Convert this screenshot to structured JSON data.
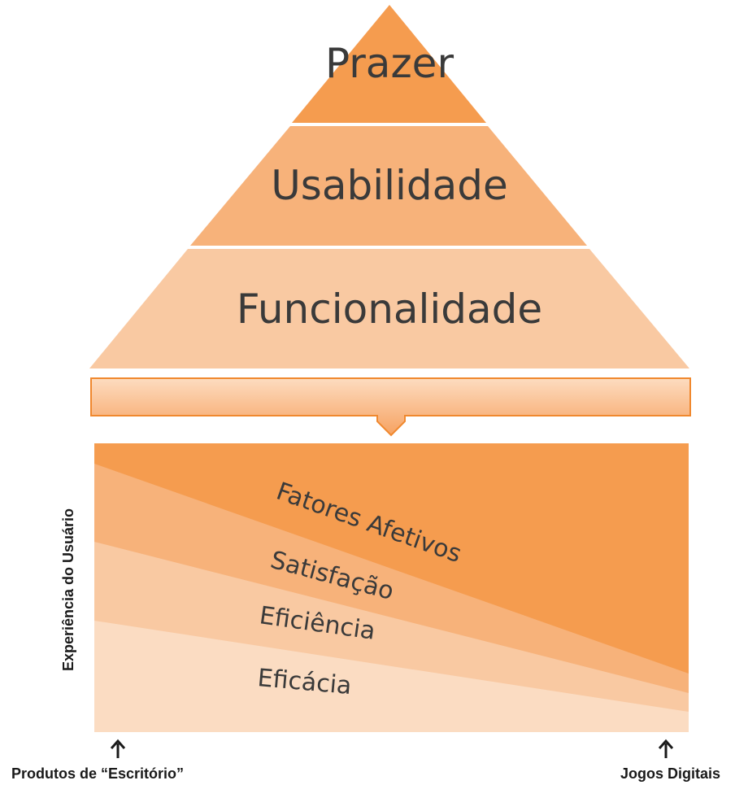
{
  "pyramid": {
    "levels": [
      {
        "label": "Prazer",
        "color": "#F59C4F"
      },
      {
        "label": "Usabilidade",
        "color": "#F7B27A"
      },
      {
        "label": "Funcionalidade",
        "color": "#F9C9A2"
      }
    ]
  },
  "arrow": {
    "fill_top": "#FDDCC0",
    "fill_bottom": "#F6A261",
    "stroke": "#F0882E"
  },
  "experience": {
    "y_label": "Experiência do Usuário",
    "bands": [
      {
        "label": "Fatores Afetivos",
        "color": "#F59C4F"
      },
      {
        "label": "Satisfação",
        "color": "#F7B27A"
      },
      {
        "label": "Eficiência",
        "color": "#F9C9A2"
      },
      {
        "label": "Eficácia",
        "color": "#FBDCC2"
      }
    ],
    "left_end_label": "Produtos de “Escritório”",
    "right_end_label": "Jogos Digitais"
  }
}
